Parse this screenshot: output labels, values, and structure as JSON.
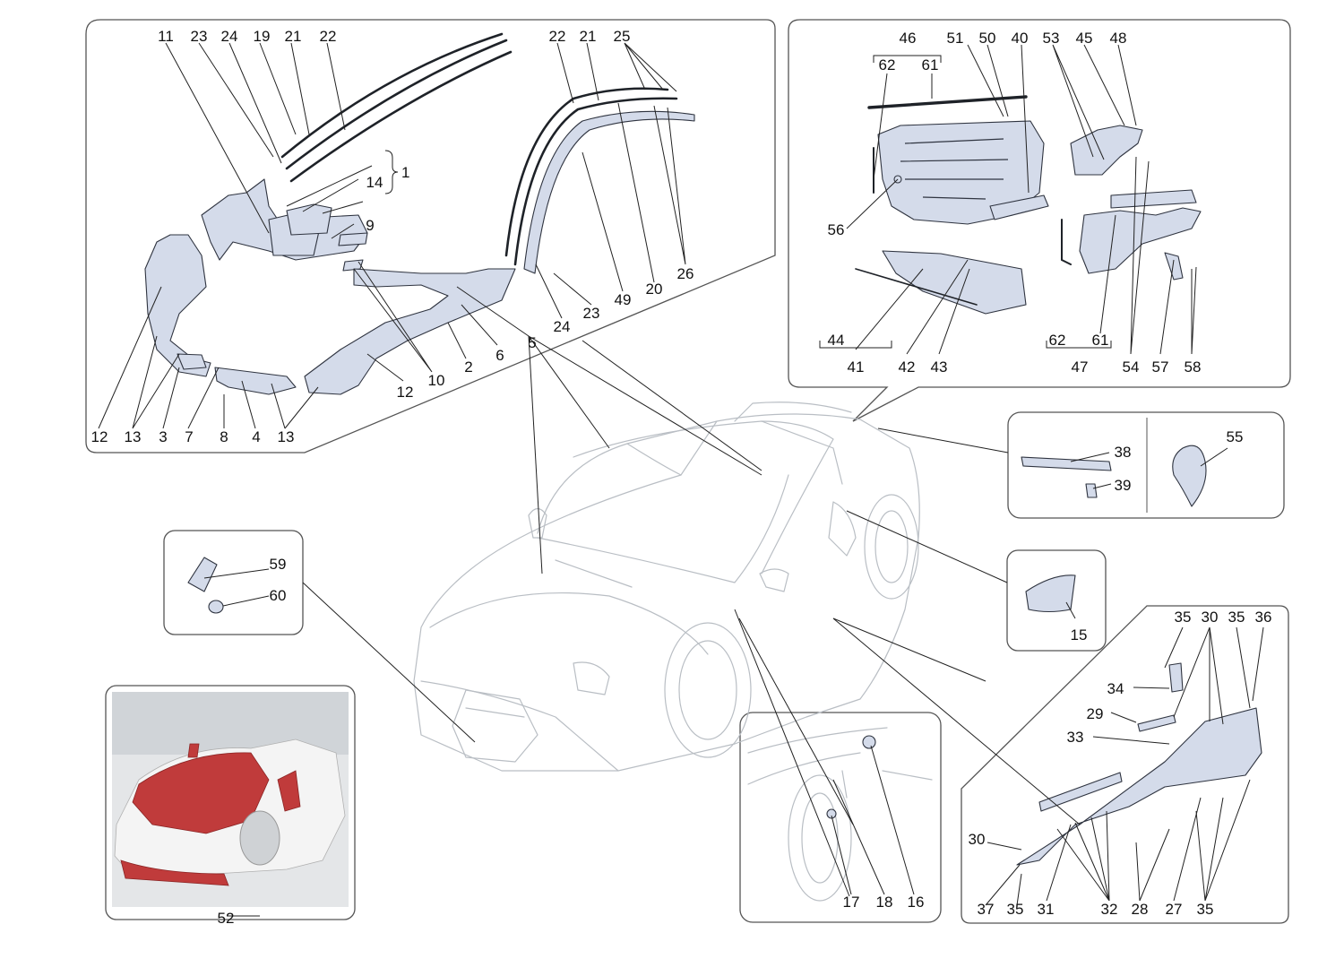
{
  "labels": {
    "topleft": [
      "11",
      "23",
      "24",
      "19",
      "21",
      "22",
      "22",
      "21",
      "25",
      "1",
      "14",
      "9",
      "10",
      "2",
      "6",
      "5",
      "24",
      "23",
      "49",
      "20",
      "26",
      "12",
      "13",
      "3",
      "7",
      "8",
      "4",
      "13",
      "12"
    ],
    "topright": [
      "46",
      "62",
      "61",
      "51",
      "50",
      "40",
      "53",
      "45",
      "48",
      "56",
      "44",
      "41",
      "42",
      "43",
      "62",
      "61",
      "47",
      "54",
      "57",
      "58"
    ],
    "emblem": [
      "38",
      "39",
      "55"
    ],
    "badge": [
      "59",
      "60"
    ],
    "vent": [
      "15"
    ],
    "sill": [
      "35",
      "30",
      "35",
      "36",
      "34",
      "29",
      "33",
      "30",
      "37",
      "35",
      "31",
      "32",
      "28",
      "27",
      "35"
    ],
    "door": [
      "17",
      "18",
      "16"
    ],
    "photo": [
      "52"
    ]
  },
  "colors": {
    "part_fill": "#d4dbea",
    "outline": "#2f3440",
    "car_outline": "#b9bec4",
    "photo_highlight": "#c03b3b"
  }
}
